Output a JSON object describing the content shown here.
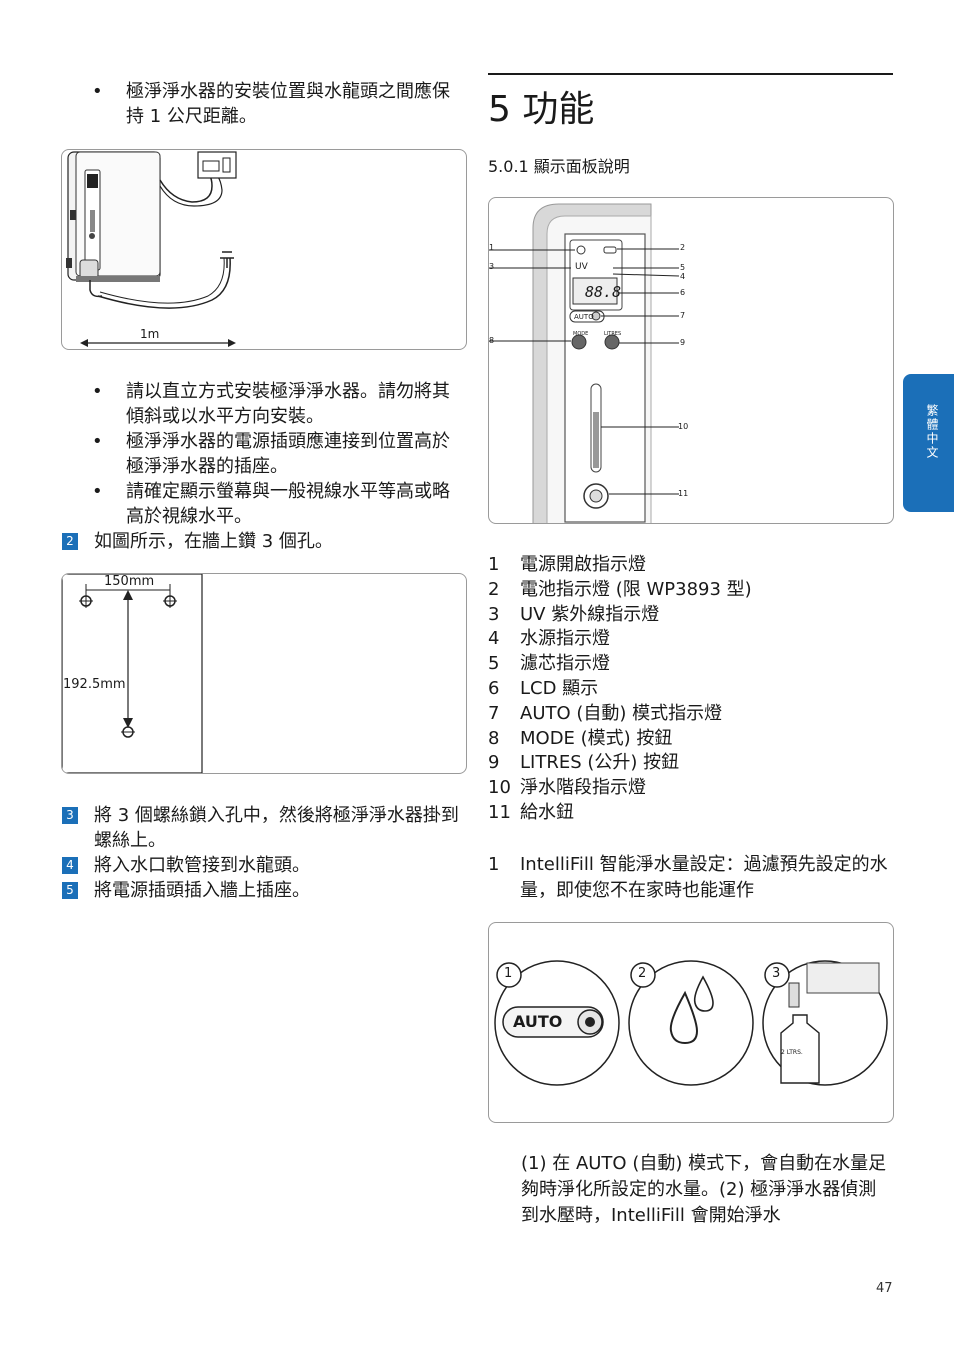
{
  "left_column": {
    "bullets_top": [
      "極淨淨水器的安裝位置與水龍頭之間應保持 1 公尺距離。"
    ],
    "figure1": {
      "distance_label": "1m"
    },
    "bullets_middle": [
      "請以直立方式安裝極淨淨水器。請勿將其傾斜或以水平方向安裝。",
      "極淨淨水器的電源插頭應連接到位置高於極淨淨水器的插座。",
      "請確定顯示螢幕與一般視線水平等高或略高於視線水平。"
    ],
    "step2": {
      "number": "2",
      "text": "如圖所示，在牆上鑽 3 個孔。"
    },
    "figure2": {
      "width_label": "150mm",
      "height_label": "192.5mm"
    },
    "steps_after": [
      {
        "number": "3",
        "text": "將 3 個螺絲鎖入孔中，然後將極淨淨水器掛到螺絲上。"
      },
      {
        "number": "4",
        "text": "將入水口軟管接到水龍頭。"
      },
      {
        "number": "5",
        "text": "將電源插頭插入牆上插座。"
      }
    ],
    "bullet_symbol": "•"
  },
  "right_column": {
    "heading": "5  功能",
    "subheading": "5.0.1 顯示面板說明",
    "panel": {
      "display_value": "88.8",
      "uv_label": "UV",
      "auto_label": "AUTO",
      "mode_label": "MODE",
      "litres_label": "LITRES",
      "callouts": [
        "1",
        "2",
        "3",
        "4",
        "5",
        "6",
        "7",
        "8",
        "9",
        "10",
        "11"
      ]
    },
    "features": [
      {
        "num": "1",
        "text": "電源開啟指示燈"
      },
      {
        "num": "2",
        "text": "電池指示燈 (限 WP3893 型)"
      },
      {
        "num": "3",
        "text": "UV 紫外線指示燈"
      },
      {
        "num": "4",
        "text": "水源指示燈"
      },
      {
        "num": "5",
        "text": "濾芯指示燈"
      },
      {
        "num": "6",
        "text": "LCD 顯示"
      },
      {
        "num": "7",
        "text": "AUTO (自動) 模式指示燈"
      },
      {
        "num": "8",
        "text": "MODE (模式) 按鈕"
      },
      {
        "num": "9",
        "text": "LITRES (公升) 按鈕"
      },
      {
        "num": "10",
        "text": "淨水階段指示燈"
      },
      {
        "num": "11",
        "text": "給水鈕"
      }
    ],
    "intellifill": {
      "num": "1",
      "text": "IntelliFill 智能淨水量設定：過濾預先設定的水量，即使您不在家時也能運作"
    },
    "figure3": {
      "circle_numbers": [
        "1",
        "2",
        "3"
      ],
      "auto_label": "AUTO",
      "bottle_label": "2 LTRS."
    },
    "description": "(1) 在 AUTO (自動) 模式下，會自動在水量足夠時淨化所設定的水量。(2) 極淨淨水器偵測到水壓時，IntelliFill 會開始淨水"
  },
  "side_tab": {
    "label": "繁體中文",
    "color": "#1b6fb8"
  },
  "page_number": "47"
}
